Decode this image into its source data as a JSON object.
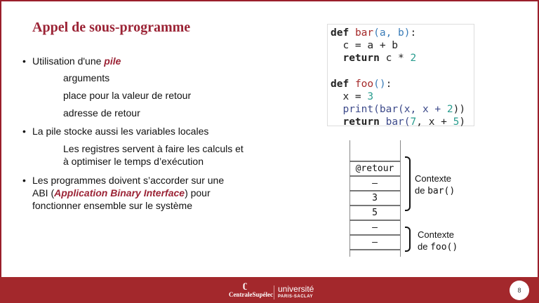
{
  "title": "Appel de sous-programme",
  "bullets": {
    "b1_pre": "Utilisation d'une ",
    "b1_em": "pile",
    "sub1": "arguments",
    "sub2": "place pour la valeur de retour",
    "sub3": "adresse de retour",
    "b2": "La pile stocke aussi les variables locales",
    "sub4a": "Les registres servent à faire les calculs et",
    "sub4b": "à optimiser le temps d’exécution",
    "b3a": "Les programmes doivent s’accorder sur une",
    "b3b_pre": "ABI (",
    "b3b_em": "Application Binary Interface",
    "b3b_post": ") pour",
    "b3c": "fonctionner ensemble sur le système"
  },
  "code": {
    "def": "def",
    "bar": "bar",
    "args": "(a, b)",
    "colon": ":",
    "l2": "  c = a + b",
    "ret": "return",
    "l3": " c * ",
    "two": "2",
    "foo": "foo",
    "paren": "()",
    "l6": "  x = ",
    "three": "3",
    "print": "print",
    "l7a": "(bar(x, x + ",
    "l7b": "))",
    "l8a": " bar(",
    "seven": "7",
    "l8b": ", x + ",
    "five": "5",
    "close": ")"
  },
  "stack": {
    "cells": [
      "@retour",
      "–",
      "3",
      "5",
      "–",
      "–"
    ]
  },
  "contexts": {
    "label": "Contexte",
    "de": "de ",
    "bar": "bar()",
    "foo": "foo()"
  },
  "footer": {
    "logo1": "CentraleSupélec",
    "logo2": "université",
    "logo2_sub": "PARIS-SACLAY",
    "page": "8"
  }
}
